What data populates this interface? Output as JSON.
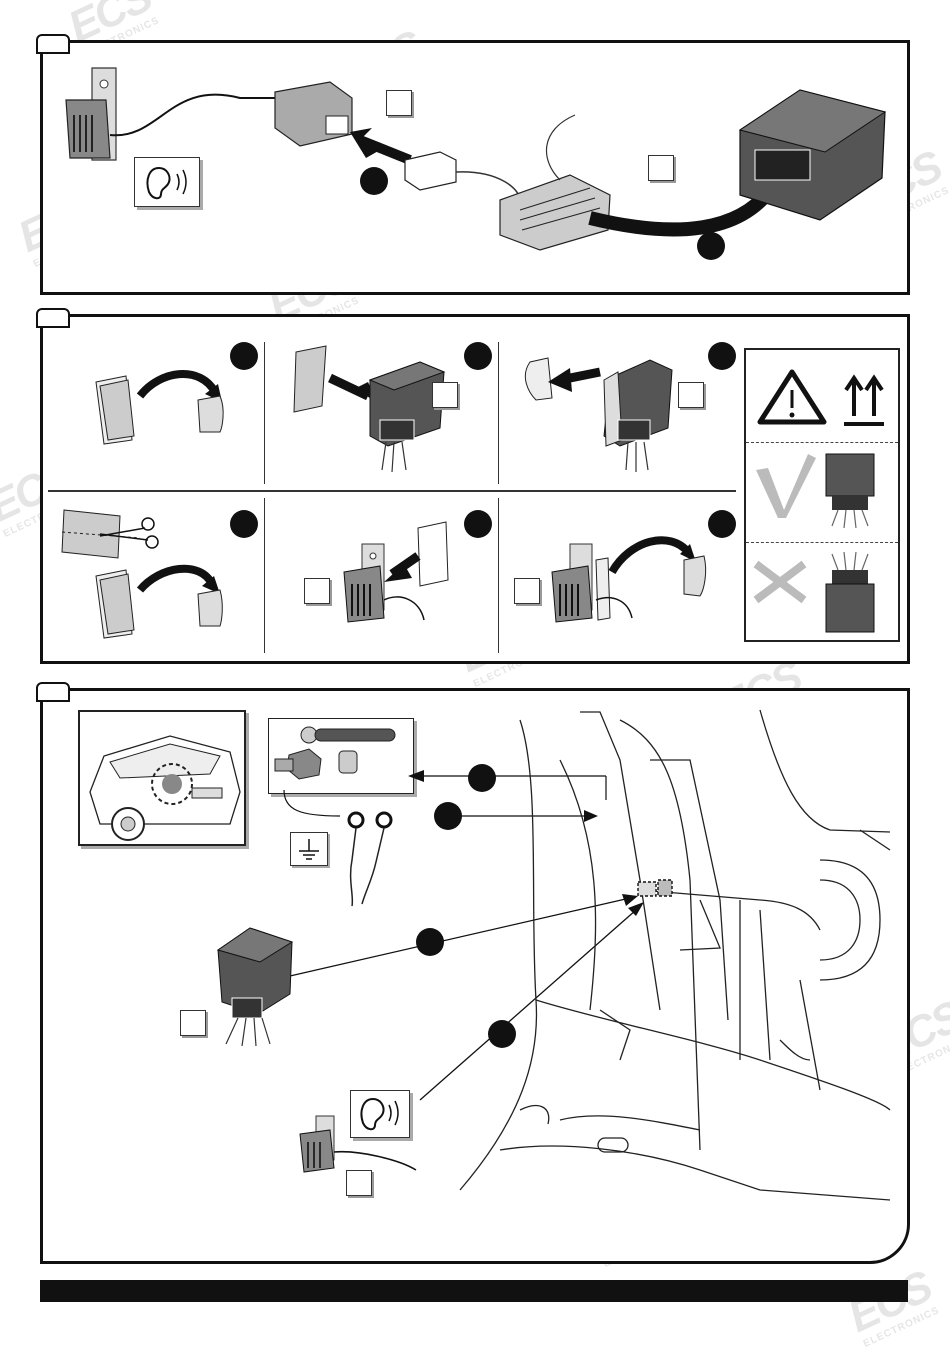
{
  "watermark": {
    "logo": "ECS",
    "tagline": "ELECTRONICS"
  },
  "steps": [
    {
      "id": "step-1",
      "title": ""
    },
    {
      "id": "step-2",
      "title": ""
    },
    {
      "id": "step-3",
      "title": ""
    }
  ],
  "icons": {
    "ear": "ear-sound-icon",
    "warning": "warning-triangle-icon",
    "this_way_up": "this-way-up-icon",
    "check": "check-mark-icon",
    "cross": "cross-mark-icon",
    "ground": "ground-symbol-icon"
  },
  "colors": {
    "ink": "#111111",
    "device": "#555555",
    "grey": "#bbbbbb"
  }
}
